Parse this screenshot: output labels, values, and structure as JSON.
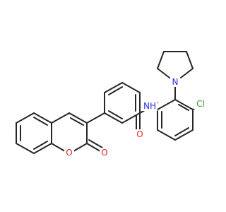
{
  "molecule": {
    "atoms": {
      "o_ring": {
        "label": "O",
        "color": "#e3261e"
      },
      "o_carbonyl_lactone": {
        "label": "O",
        "color": "#e3261e"
      },
      "o_amide": {
        "label": "O",
        "color": "#e3261e"
      },
      "n_amide": {
        "label": "NH",
        "color": "#2a2fe2"
      },
      "n_pyrrolidine": {
        "label": "N",
        "color": "#2a2fe2"
      },
      "cl": {
        "label": "Cl",
        "color": "#2f9e27"
      }
    },
    "bond_color": "#262626"
  }
}
